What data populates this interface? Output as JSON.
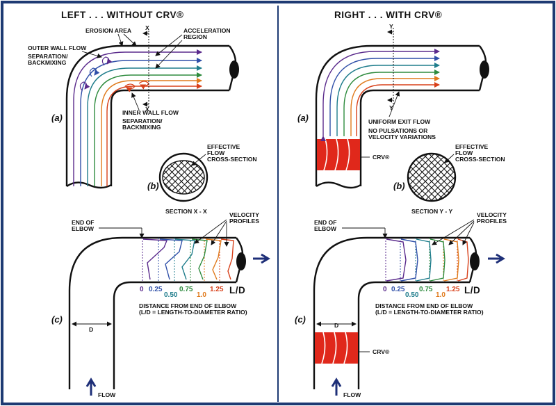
{
  "left": {
    "title": "LEFT . . . WITHOUT CRV®",
    "erosion_area": "EROSION AREA",
    "acceleration": [
      "ACCELERATION",
      "REGION"
    ],
    "outer_wall": [
      "OUTER WALL FLOW",
      "SEPARATION/",
      "BACKMIXING"
    ],
    "inner_wall": [
      "INNER WALL FLOW",
      "SEPARATION/",
      "BACKMIXING"
    ],
    "section_mark": "X",
    "effective_flow": [
      "EFFECTIVE",
      "FLOW",
      "CROSS-SECTION"
    ],
    "section": "SECTION X - X"
  },
  "right": {
    "title": "RIGHT . . . WITH CRV®",
    "section_mark": "Y",
    "uniform_exit": [
      "UNIFORM EXIT FLOW",
      "NO PULSATIONS OR",
      "VELOCITY VARIATIONS"
    ],
    "crv": "CRV®",
    "effective_flow": [
      "EFFECTIVE",
      "FLOW",
      "CROSS-SECTION"
    ],
    "section": "SECTION Y - Y"
  },
  "common": {
    "label_a": "(a)",
    "label_b": "(b)",
    "label_c": "(c)",
    "end_of_elbow": [
      "END OF",
      "ELBOW"
    ],
    "velocity_profiles": [
      "VELOCITY",
      "PROFILES"
    ],
    "ld_ticks": [
      "0",
      "0.25",
      "0.50",
      "0.75",
      "1.0",
      "1.25"
    ],
    "ld_label": "L/D",
    "distance": [
      "DISTANCE FROM END OF ELBOW",
      "(L/D = LENGTH-TO-DIAMETER RATIO)"
    ],
    "diameter": "D",
    "flow": "FLOW"
  },
  "colors": {
    "frame": "#1e3a73",
    "crv_red": "#e0281b",
    "arrow_navy": "#1e2f78",
    "streamlines": [
      "#5a2a8c",
      "#2f4fa8",
      "#1f7d8c",
      "#2e8b3e",
      "#e07a1c",
      "#d8401a"
    ],
    "ld_colors": [
      "#5a2a8c",
      "#2f4fa8",
      "#1f7d8c",
      "#2e8b3e",
      "#e07a1c",
      "#d8401a"
    ]
  }
}
